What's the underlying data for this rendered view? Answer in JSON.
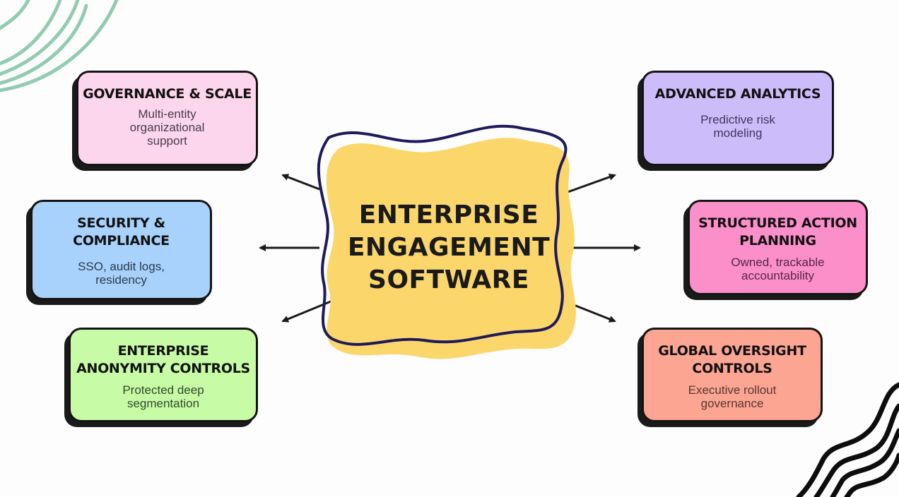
{
  "center": {
    "title": "ENTERPRISE\nENGAGEMENT\nSOFTWARE",
    "fill_color": "#fbd66b",
    "outline_color": "#1e1a5c"
  },
  "cards": [
    {
      "id": "governance",
      "title": "GOVERNANCE & SCALE",
      "description": "Multi-entity\norganizational\nsupport",
      "color": "#fcd6ec",
      "text_color": "#4a3a4a"
    },
    {
      "id": "security",
      "title": "SECURITY &\nCOMPLIANCE",
      "description": "SSO, audit logs,\nresidency",
      "color": "#a8d1fb",
      "text_color": "#2b3a4e"
    },
    {
      "id": "anonymity",
      "title": "ENTERPRISE\nANONYMITY CONTROLS",
      "description": "Protected deep\nsegmentation",
      "color": "#c8fba6",
      "text_color": "#2f4a2a"
    },
    {
      "id": "analytics",
      "title": "ADVANCED ANALYTICS",
      "description": "Predictive risk\nmodeling",
      "color": "#cdbcfa",
      "text_color": "#3e3560"
    },
    {
      "id": "action-planning",
      "title": "STRUCTURED ACTION\nPLANNING",
      "description": "Owned, trackable\naccountability",
      "color": "#fb8fca",
      "text_color": "#5a2545"
    },
    {
      "id": "oversight",
      "title": "GLOBAL OVERSIGHT\nCONTROLS",
      "description": "Executive rollout\ngovernance",
      "color": "#fca593",
      "text_color": "#5a3530"
    }
  ],
  "decorations": {
    "top_left_lines_color": "#93cbb2",
    "bottom_right_waves_color": "#0d0d0d",
    "arrow_color": "#1a1a1a"
  }
}
